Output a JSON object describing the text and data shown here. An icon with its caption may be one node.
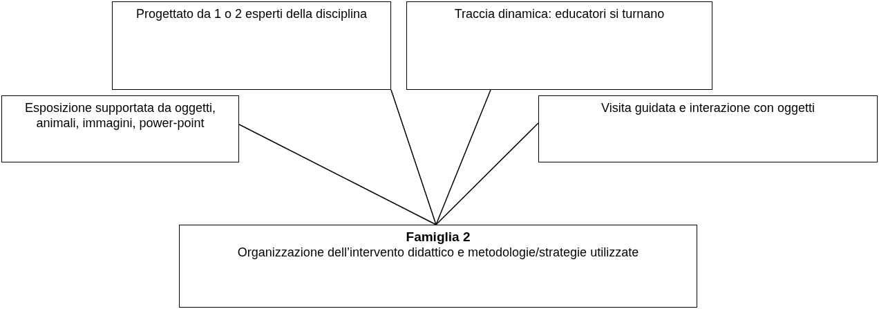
{
  "diagram": {
    "nodes": [
      {
        "text": [
          "Progettato da 1 o 2 esperti della disciplina"
        ]
      },
      {
        "text": [
          "Traccia dinamica: educatori si turnano"
        ]
      },
      {
        "text": [
          "Esposizione supportata da oggetti, animali, immagini, power-point"
        ]
      },
      {
        "text": [
          "Visita guidata e interazione con oggetti"
        ]
      },
      {
        "text": [
          "Famiglia 2",
          "Organizzazione dell’intervento didattico e metodologie/strategie utilizzate"
        ]
      }
    ],
    "edges": [
      {
        "from": 0,
        "to": 4,
        "arrow": "none"
      },
      {
        "from": 1,
        "to": 4,
        "arrow": "none"
      },
      {
        "from": 2,
        "to": 4,
        "arrow": "none"
      },
      {
        "from": 3,
        "to": 4,
        "arrow": "none"
      }
    ]
  }
}
